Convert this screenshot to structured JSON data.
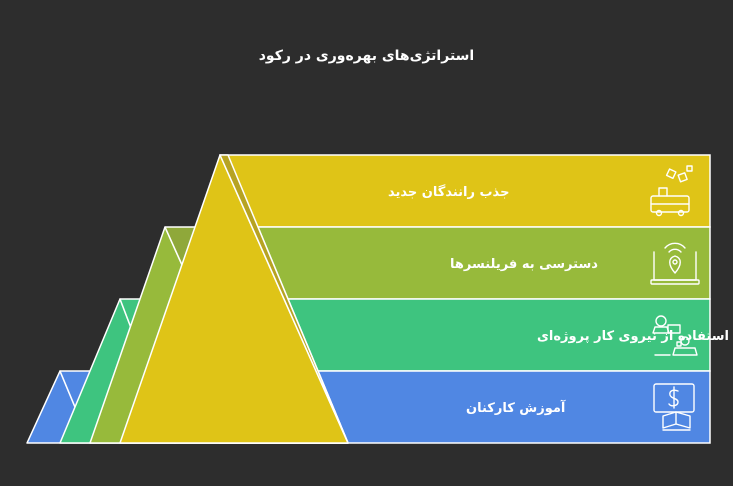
{
  "title": "استراتژی‌های بهره‌وری در رکود",
  "levels": [
    {
      "label": "جذب رانندگان جدید",
      "icon": "delivery-truck-icon",
      "color": "#dfc417"
    },
    {
      "label": "دسترسی به فریلنسرها",
      "icon": "laptop-location-icon",
      "color": "#97ba3b"
    },
    {
      "label": "استفاده از نیروی کار پروژه‌ای",
      "icon": "team-workers-icon",
      "color": "#3ec47f"
    },
    {
      "label": "آموزش کارکنان",
      "icon": "online-training-icon",
      "color": "#5087e3"
    }
  ]
}
